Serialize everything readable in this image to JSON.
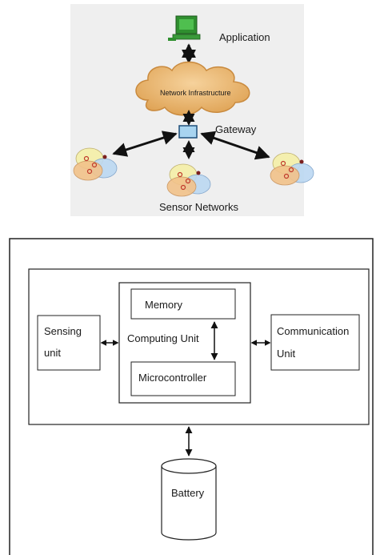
{
  "network_diagram": {
    "application_label": "Application",
    "cloud_label": "Network Infrastructure",
    "gateway_label": "Gateway",
    "sensor_networks_label": "Sensor Networks",
    "icons": [
      "computer-icon",
      "cloud-icon",
      "gateway-box-icon",
      "sensor-cluster-icon"
    ]
  },
  "node_diagram": {
    "sensing_unit_line1": "Sensing",
    "sensing_unit_line2": "unit",
    "computing_unit_label": "Computing Unit",
    "memory_label": "Memory",
    "microcontroller_label": "Microcontroller",
    "communication_unit_line1": "Communication",
    "communication_unit_line2": "Unit",
    "battery_label": "Battery"
  },
  "colors": {
    "top_panel_bg": "#eeeeee",
    "cloud_fill": "#e8b36a",
    "computer_green": "#2f8f2f",
    "gateway_fill": "#a8d4f0",
    "arrow": "#111111"
  }
}
